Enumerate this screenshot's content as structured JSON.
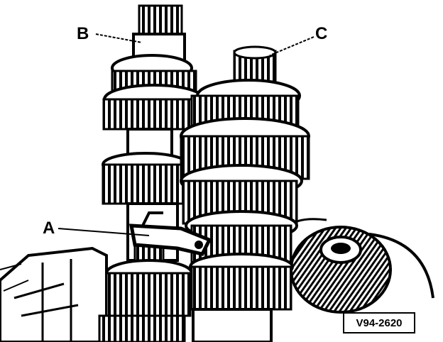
{
  "callouts": {
    "a": "A",
    "b": "B",
    "c": "C"
  },
  "figure_reference": "V94-2620",
  "colors": {
    "ink": "#000000",
    "paper": "#ffffff"
  }
}
